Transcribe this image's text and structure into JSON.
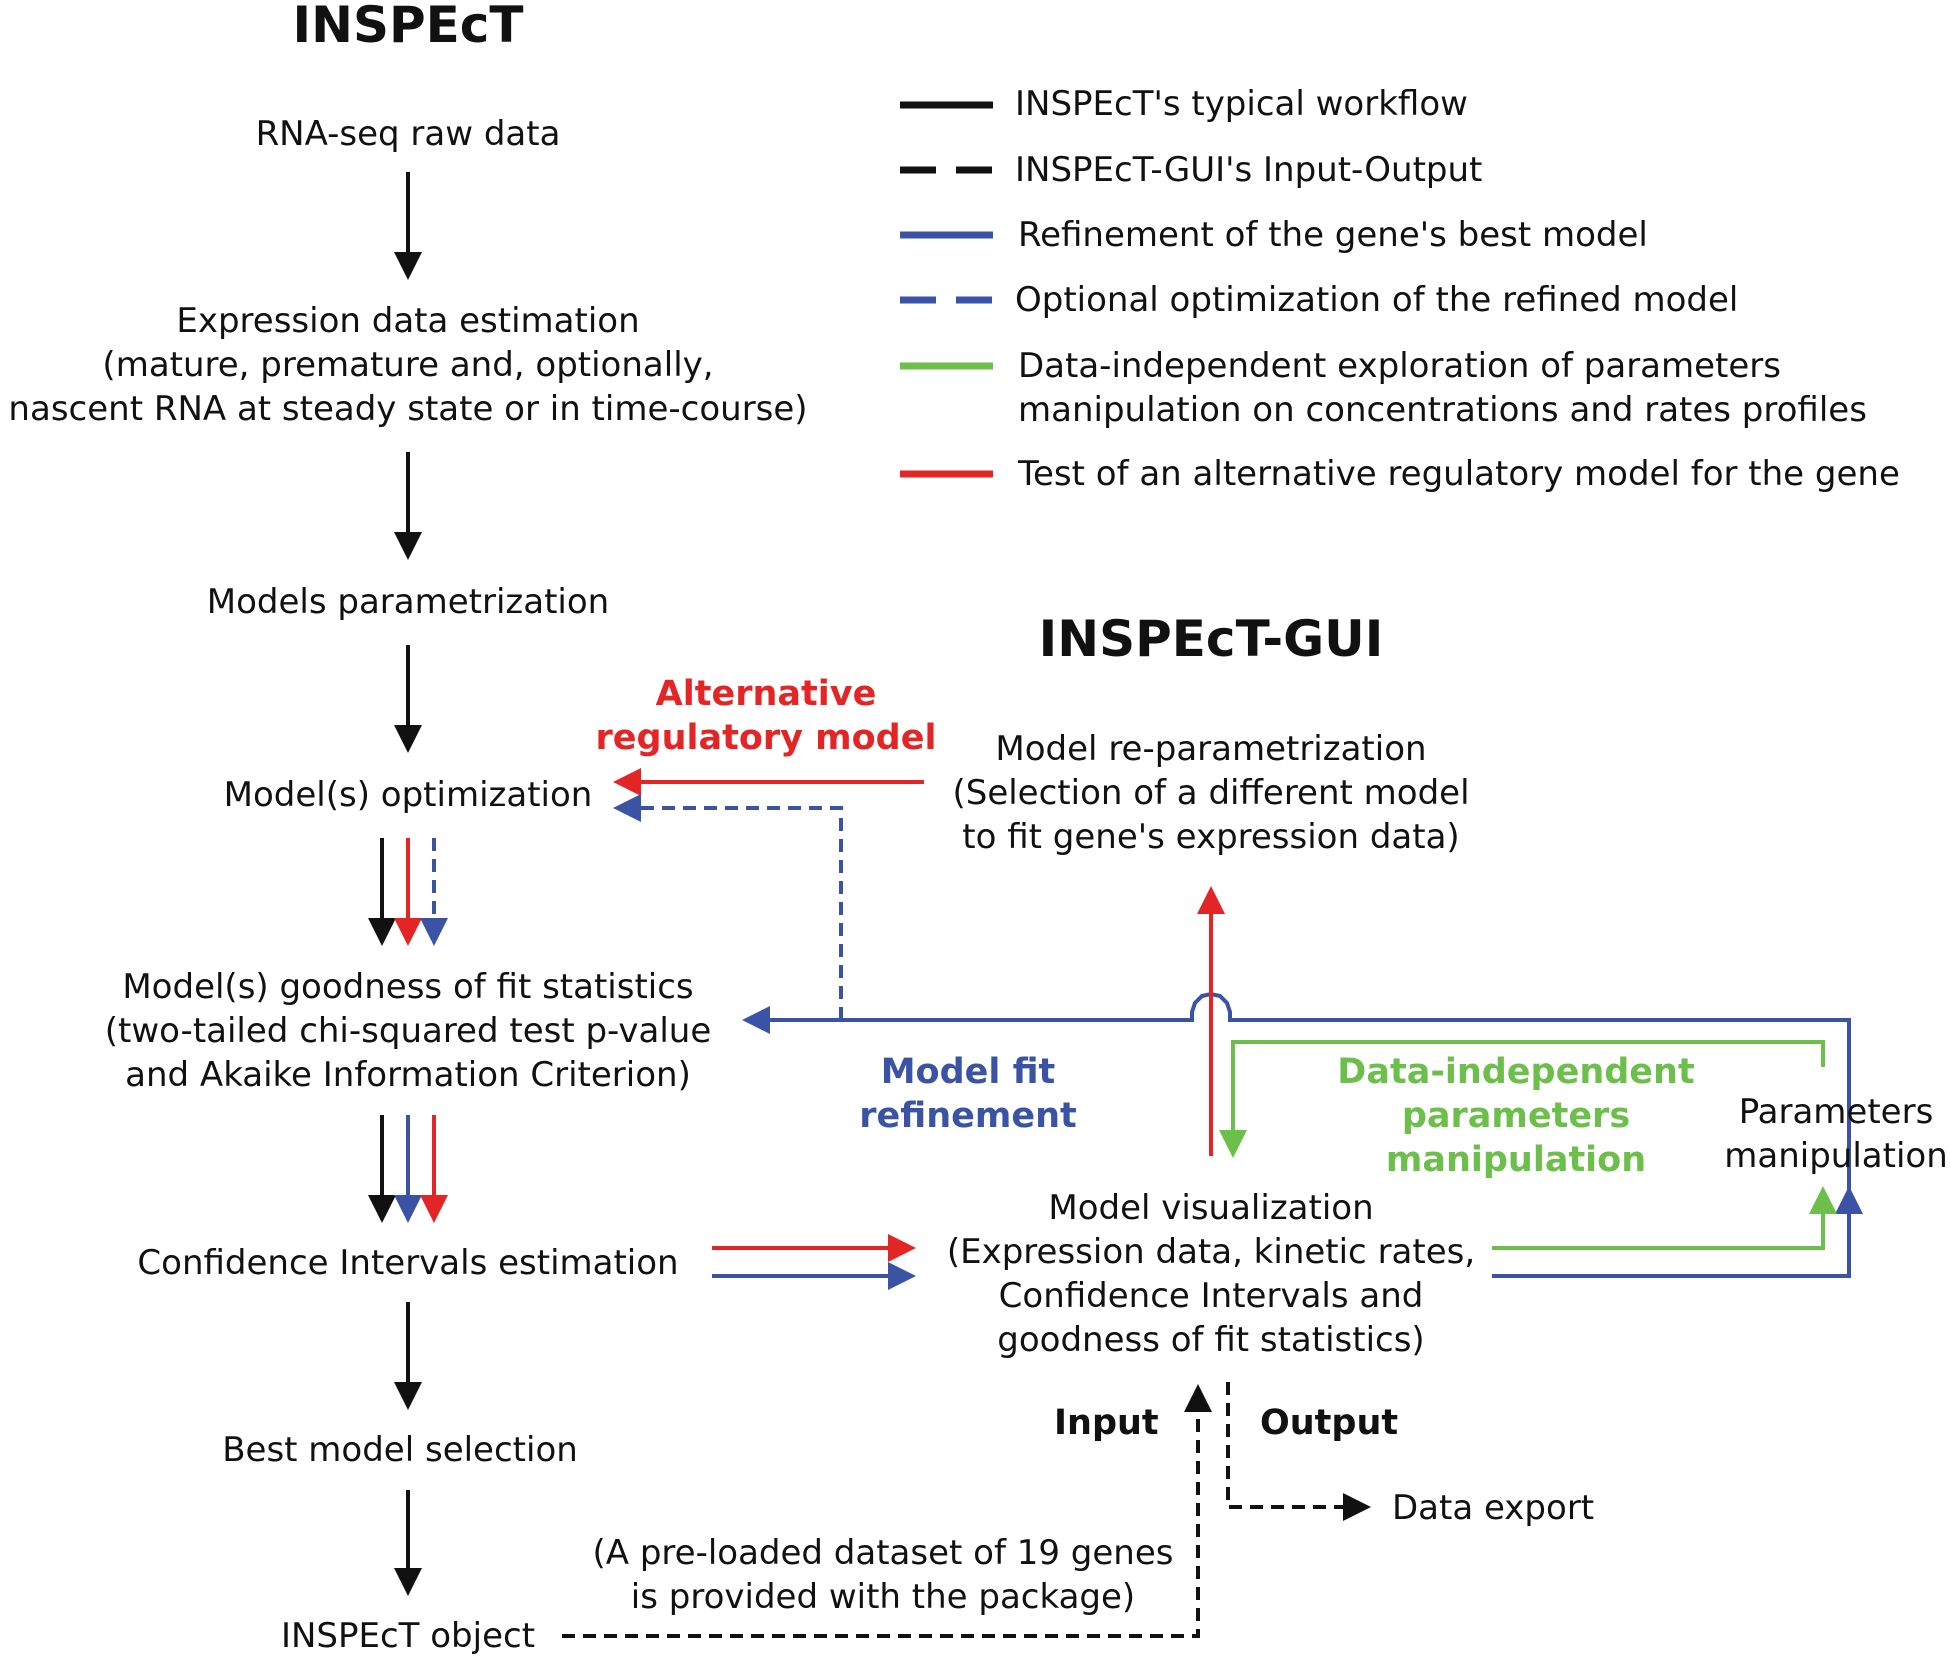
{
  "titles": {
    "inspect": "INSPEcT",
    "gui": "INSPEcT-GUI"
  },
  "legend": [
    {
      "label": "INSPEcT's typical workflow",
      "color": "#111111",
      "style": "solid"
    },
    {
      "label": "INSPEcT-GUI's Input-Output",
      "color": "#111111",
      "style": "dashed"
    },
    {
      "label": "Refinement of the gene's best model",
      "color": "#3a53a4",
      "style": "solid"
    },
    {
      "label": "Optional optimization of the refined model",
      "color": "#3a53a4",
      "style": "dashed"
    },
    {
      "label": "Data-independent exploration of parameters",
      "label_line2": "manipulation on concentrations and rates profiles",
      "color": "#6dbf4b",
      "style": "solid"
    },
    {
      "label": "Test of an alternative regulatory model for the gene",
      "color": "#e32526",
      "style": "solid"
    }
  ],
  "workflow": {
    "raw_data": "RNA-seq raw data",
    "expression": [
      "Expression data estimation",
      "(mature, premature and, optionally,",
      "nascent RNA at steady state or in time-course)"
    ],
    "parametrization": "Models parametrization",
    "optimization": "Model(s) optimization",
    "goodness": [
      "Model(s) goodness of fit statistics",
      "(two-tailed chi-squared test p-value",
      "and Akaike Information Criterion)"
    ],
    "confidence": "Confidence Intervals estimation",
    "best_model": "Best model selection",
    "object": "INSPEcT object"
  },
  "gui": {
    "reparam": [
      "Model re-parametrization",
      "(Selection of a different model",
      "to fit gene's expression data)"
    ],
    "visualization": [
      "Model visualization",
      "(Expression data, kinetic rates,",
      "Confidence Intervals and",
      "goodness of fit statistics)"
    ],
    "params_manipulation": [
      "Parameters",
      "manipulation"
    ],
    "data_export": "Data export",
    "preloaded": [
      "(A pre-loaded dataset of 19 genes",
      "is provided with the package)"
    ]
  },
  "arrow_labels": {
    "alternative": [
      "Alternative",
      "regulatory model"
    ],
    "fit_refinement": [
      "Model fit",
      "refinement"
    ],
    "data_independent": [
      "Data-independent",
      "parameters",
      "manipulation"
    ],
    "input": "Input",
    "output": "Output"
  },
  "colors": {
    "black": "#111111",
    "blue": "#3a53a4",
    "red": "#e32526",
    "green": "#6dbf4b"
  }
}
